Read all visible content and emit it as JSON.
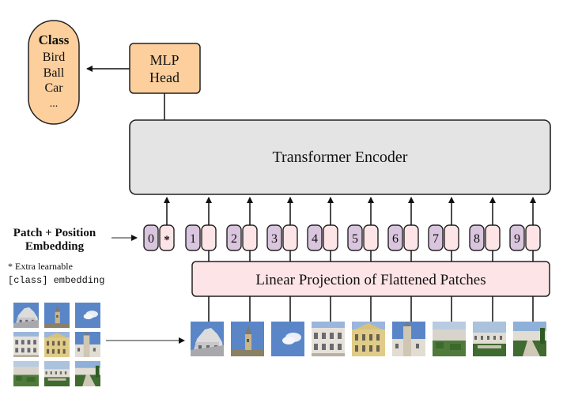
{
  "colors": {
    "class_fill": "#fccf9d",
    "mlp_fill": "#fccf9d",
    "encoder_fill": "#e4e4e4",
    "projection_fill": "#fde4e6",
    "position_fill": "#d9c5dd",
    "token_fill": "#fde4e6",
    "stroke": "#222222"
  },
  "class_box": {
    "title": "Class",
    "items": [
      "Bird",
      "Ball",
      "Car",
      "..."
    ]
  },
  "mlp_head": {
    "line1": "MLP",
    "line2": "Head"
  },
  "encoder": {
    "label": "Transformer Encoder"
  },
  "embedding_label": {
    "line1": "Patch + Position",
    "line2": "Embedding"
  },
  "note": {
    "line1": "* Extra learnable",
    "line2": "[class] embedding"
  },
  "projection": {
    "label": "Linear Projection of Flattened Patches"
  },
  "tokens": [
    {
      "position": "0",
      "content": "*"
    },
    {
      "position": "1",
      "content": ""
    },
    {
      "position": "2",
      "content": ""
    },
    {
      "position": "3",
      "content": ""
    },
    {
      "position": "4",
      "content": ""
    },
    {
      "position": "5",
      "content": ""
    },
    {
      "position": "6",
      "content": ""
    },
    {
      "position": "7",
      "content": ""
    },
    {
      "position": "8",
      "content": ""
    },
    {
      "position": "9",
      "content": ""
    }
  ],
  "patches": [
    {
      "scene": "palace-dome"
    },
    {
      "scene": "tower-sky"
    },
    {
      "scene": "sky-cloud"
    },
    {
      "scene": "white-facade"
    },
    {
      "scene": "yellow-facade"
    },
    {
      "scene": "tower-facade"
    },
    {
      "scene": "garden"
    },
    {
      "scene": "garden-building"
    },
    {
      "scene": "garden-path"
    }
  ]
}
